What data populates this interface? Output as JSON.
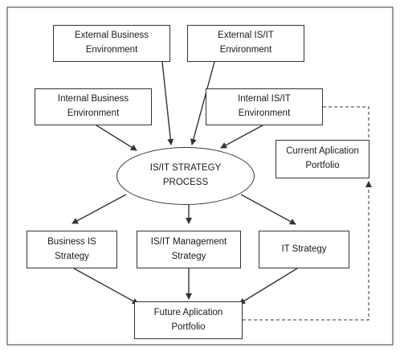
{
  "nodes": {
    "external_business": "External Business\nEnvironment",
    "external_isit": "External IS/IT\nEnvironment",
    "internal_business": "Internal Business\nEnvironment",
    "internal_isit": "Internal IS/IT\nEnvironment",
    "process": "IS/IT STRATEGY\nPROCESS",
    "current_portfolio": "Current Aplication\nPortfolio",
    "business_is": "Business IS\nStrategy",
    "isit_management": "IS/IT Management\nStrategy",
    "it_strategy": "IT Strategy",
    "future_portfolio": "Future Aplication\nPortfolio"
  },
  "colors": {
    "line": "#333333",
    "border": "#333333"
  }
}
